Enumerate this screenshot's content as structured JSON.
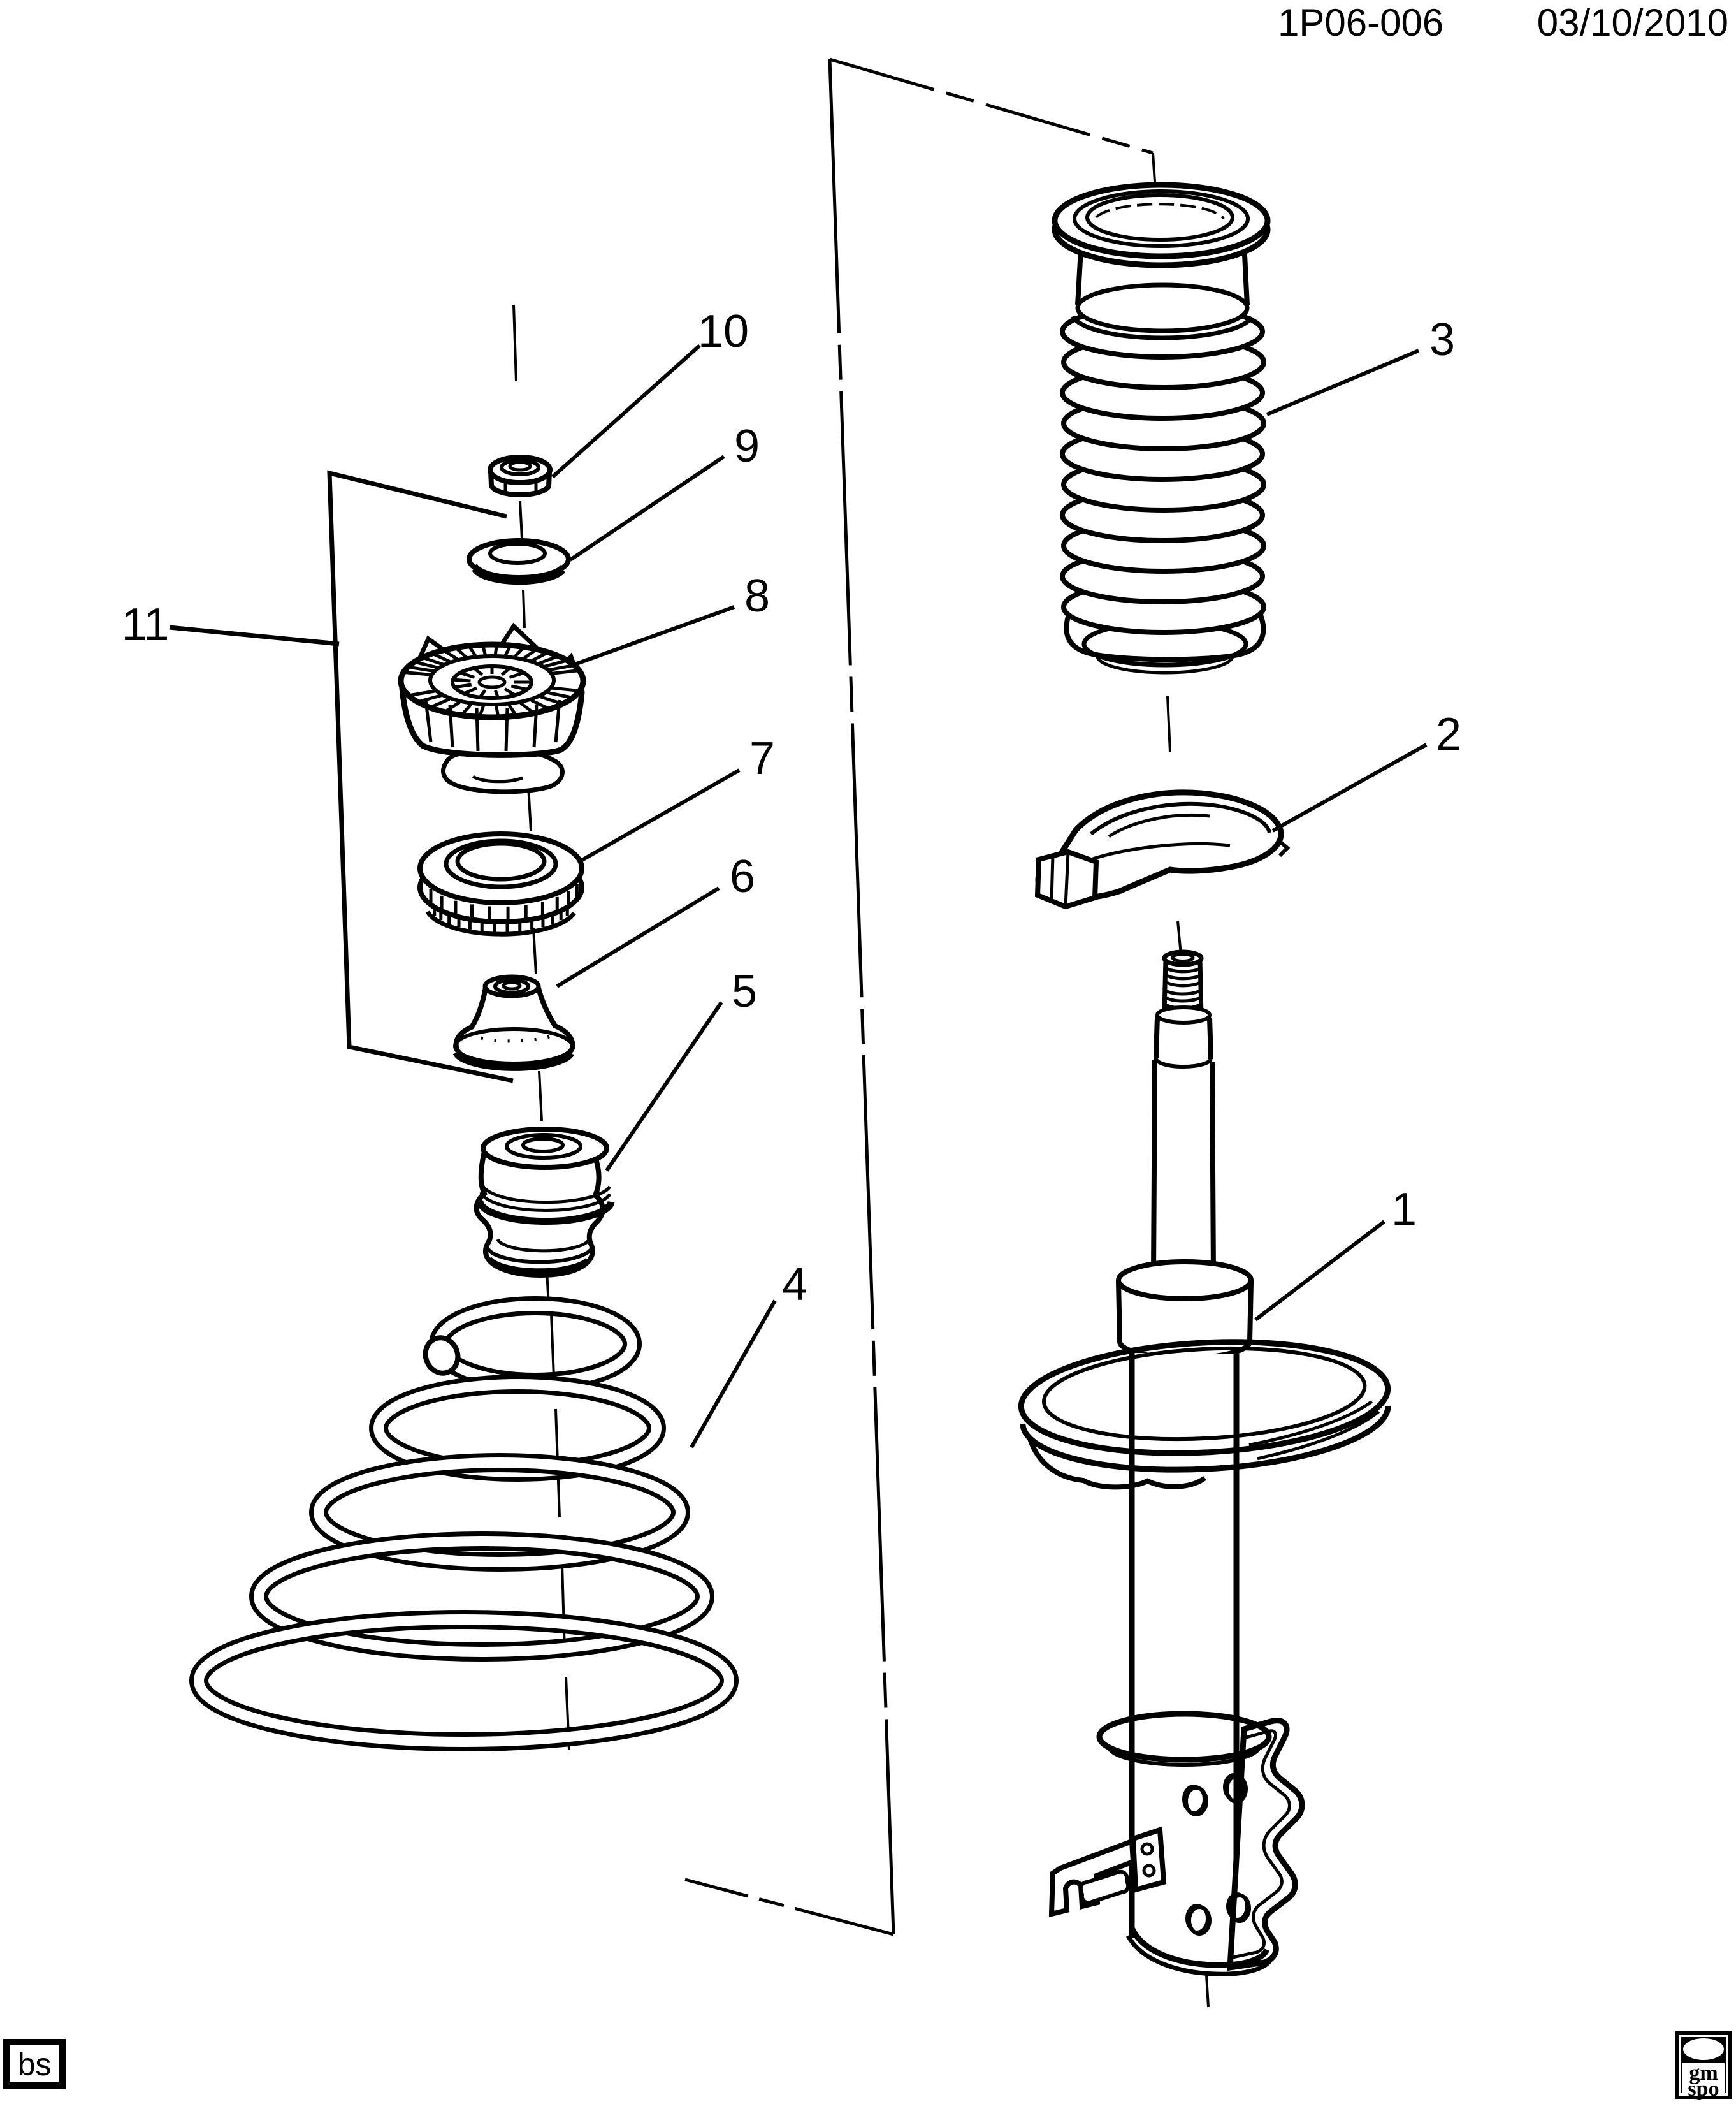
{
  "header": {
    "drawing_number": "1P06-006",
    "revision_date": "03/10/2010"
  },
  "callouts": [
    {
      "label": "1"
    },
    {
      "label": "2"
    },
    {
      "label": "3"
    },
    {
      "label": "4"
    },
    {
      "label": "5"
    },
    {
      "label": "6"
    },
    {
      "label": "7"
    },
    {
      "label": "8"
    },
    {
      "label": "9"
    },
    {
      "label": "10"
    },
    {
      "label": "11"
    }
  ],
  "footer": {
    "initials": "bs",
    "logo_top": "gm",
    "logo_bottom": "spo"
  },
  "palette": {
    "ink": "#000000",
    "paper": "#ffffff"
  }
}
